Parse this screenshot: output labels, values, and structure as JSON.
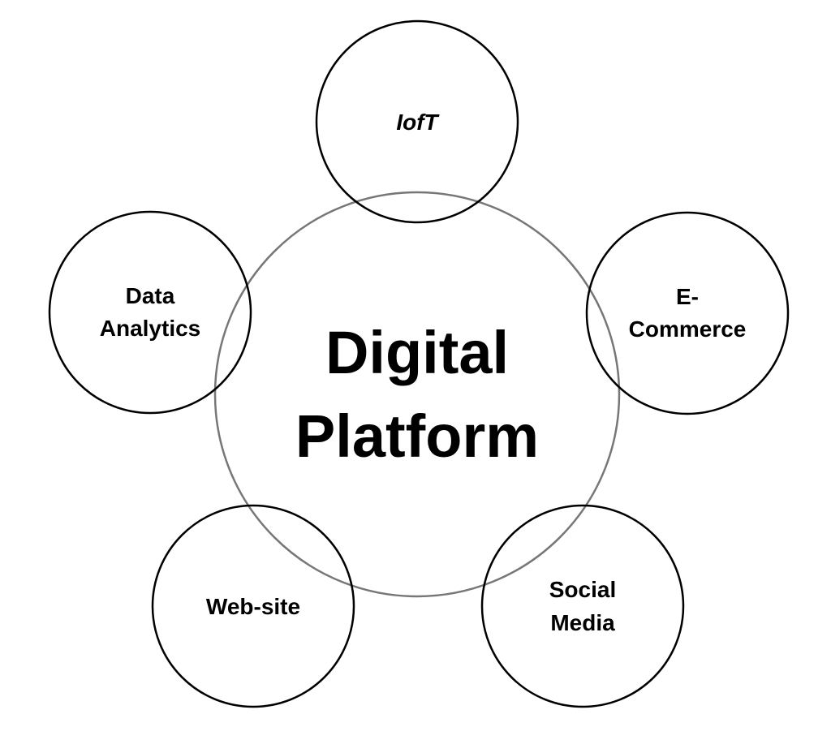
{
  "hub": {
    "lines": [
      "Digital",
      "Platform"
    ]
  },
  "nodes": {
    "ioft": {
      "lines": [
        "IofT"
      ]
    },
    "ecommerce": {
      "lines": [
        "E-",
        "Commerce"
      ]
    },
    "social_media": {
      "lines": [
        "Social",
        "Media"
      ]
    },
    "website": {
      "lines": [
        "Web-site"
      ]
    },
    "data_analytics": {
      "lines": [
        "Data",
        "Analytics"
      ]
    }
  },
  "colors": {
    "hub_stroke": "#777777",
    "node_stroke": "#000000",
    "text": "#000000",
    "background": "#ffffff"
  }
}
